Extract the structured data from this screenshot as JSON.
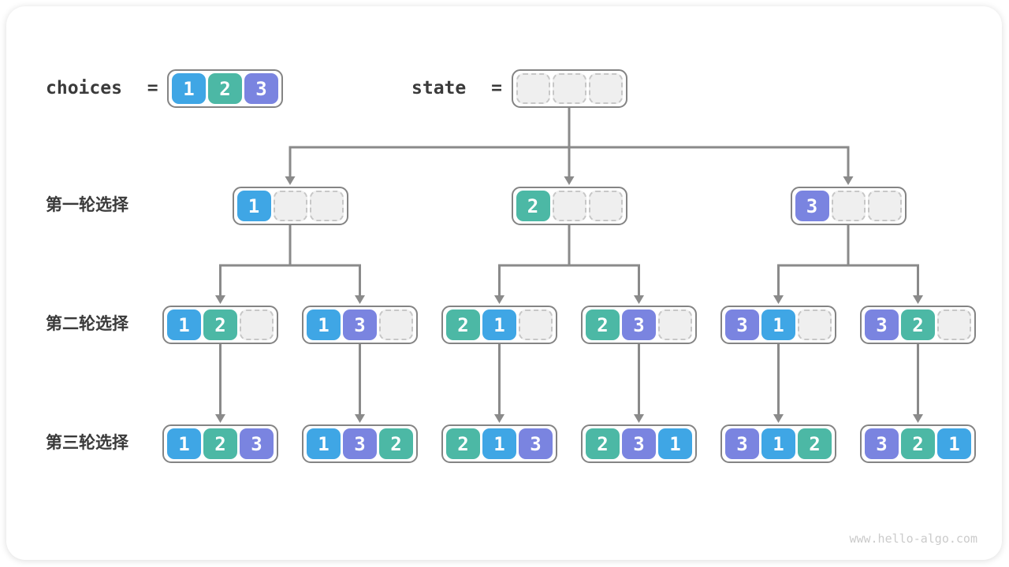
{
  "header": {
    "choices_label": "choices =",
    "state_label": "state =",
    "choices": [
      1,
      2,
      3
    ],
    "state": [
      null,
      null,
      null
    ]
  },
  "rows": [
    {
      "label": "第一轮选择",
      "boxes": [
        [
          1,
          null,
          null
        ],
        [
          2,
          null,
          null
        ],
        [
          3,
          null,
          null
        ]
      ]
    },
    {
      "label": "第二轮选择",
      "boxes": [
        [
          1,
          2,
          null
        ],
        [
          1,
          3,
          null
        ],
        [
          2,
          1,
          null
        ],
        [
          2,
          3,
          null
        ],
        [
          3,
          1,
          null
        ],
        [
          3,
          2,
          null
        ]
      ]
    },
    {
      "label": "第三轮选择",
      "boxes": [
        [
          1,
          2,
          3
        ],
        [
          1,
          3,
          2
        ],
        [
          2,
          1,
          3
        ],
        [
          2,
          3,
          1
        ],
        [
          3,
          1,
          2
        ],
        [
          3,
          2,
          1
        ]
      ]
    }
  ],
  "colors": {
    "value_1": "#3FA6E5",
    "value_2": "#4CB8A5",
    "value_3": "#7A84E0",
    "empty_fill": "#EFEFEF",
    "empty_border": "#C7C7C7",
    "box_border": "#848484",
    "connector": "#8A8A8A",
    "label_text": "#3A3A3A"
  },
  "watermark": "www.hello-algo.com"
}
